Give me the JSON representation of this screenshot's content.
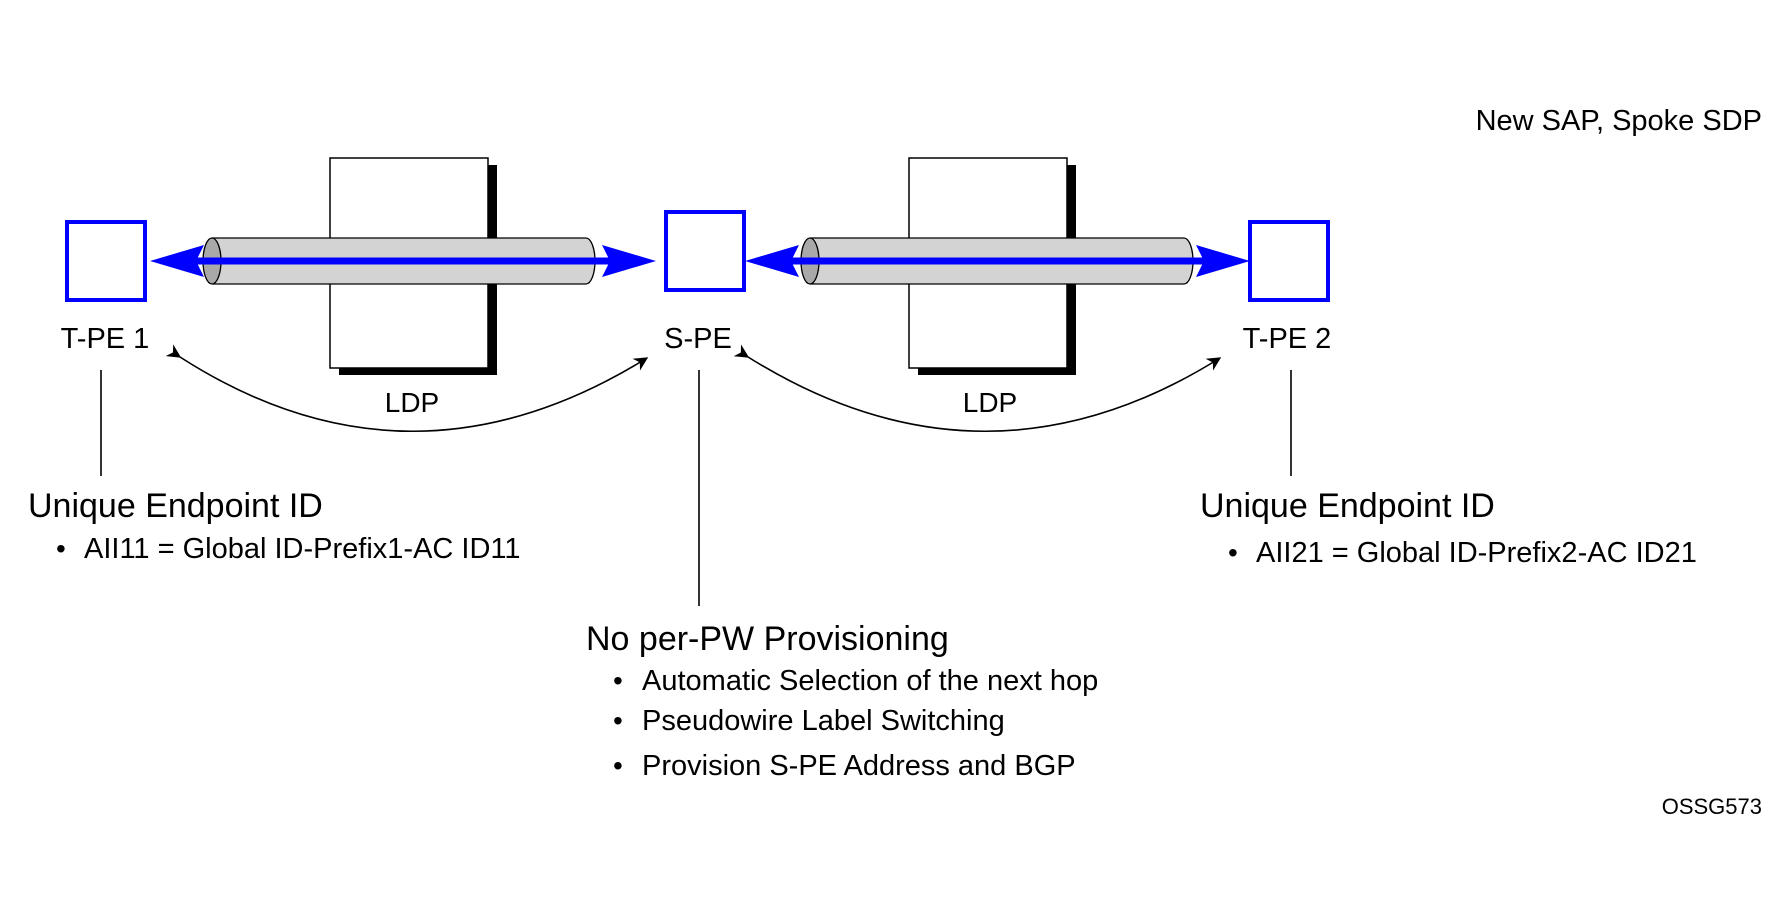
{
  "caption": "New SAP, Spoke SDP",
  "figure_id": "OSSG573",
  "nodes": {
    "tpe1": "T-PE 1",
    "spe": "S-PE",
    "tpe2": "T-PE 2"
  },
  "domains": {
    "left": "LDP",
    "right": "LDP"
  },
  "left_note": {
    "title": "Unique Endpoint ID",
    "bullets": [
      "AII11 = Global ID-Prefix1-AC ID11"
    ]
  },
  "right_note": {
    "title": "Unique Endpoint ID",
    "bullets": [
      "AII21 = Global ID-Prefix2-AC ID21"
    ]
  },
  "center_note": {
    "title": "No per-PW Provisioning",
    "bullets": [
      "Automatic Selection of the next hop",
      "Pseudowire Label Switching",
      "Provision S-PE Address and BGP"
    ]
  },
  "colors": {
    "node_border": "#0000ff",
    "pseudowire": "#0000ff",
    "tunnel_fill": "#d3d3d3"
  }
}
